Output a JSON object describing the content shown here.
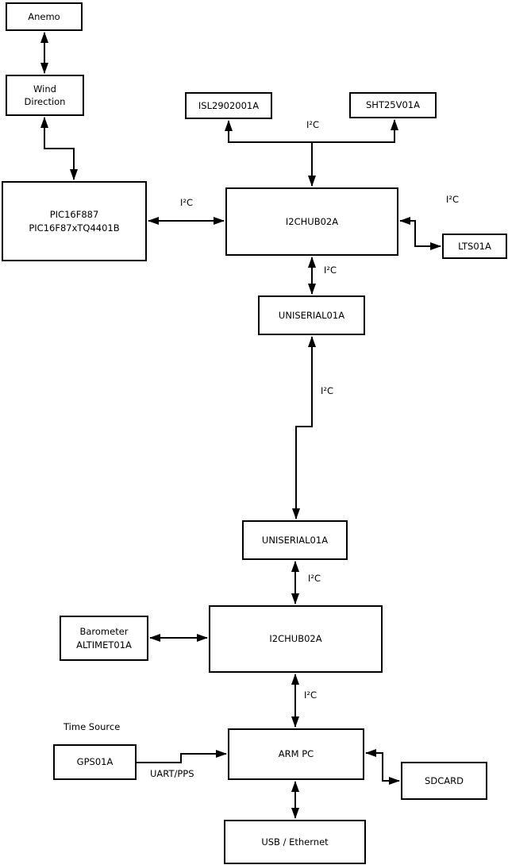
{
  "labels": {
    "i2c": "I²C",
    "time_source": "Time Source",
    "uart_pps": "UART/PPS"
  },
  "nodes": {
    "anemo": {
      "label": "Anemo"
    },
    "wind_direction": {
      "line1": "Wind",
      "line2": "Direction"
    },
    "pic": {
      "line1": "PIC16F887",
      "line2": "PIC16F87xTQ4401B"
    },
    "isl": {
      "label": "ISL2902001A"
    },
    "sht": {
      "label": "SHT25V01A"
    },
    "i2c_hub_top": {
      "label": "I2CHUB02A"
    },
    "lts": {
      "label": "LTS01A"
    },
    "uniserial_top": {
      "label": "UNISERIAL01A"
    },
    "uniserial_bottom": {
      "label": "UNISERIAL01A"
    },
    "barometer": {
      "line1": "Barometer",
      "line2": "ALTIMET01A"
    },
    "i2c_hub_bottom": {
      "label": "I2CHUB02A"
    },
    "gps": {
      "label": "GPS01A"
    },
    "arm_pc": {
      "label": "ARM PC"
    },
    "sdcard": {
      "label": "SDCARD"
    },
    "usb_ethernet": {
      "label": "USB / Ethernet"
    }
  },
  "colors": {
    "background": "#ffffff",
    "line": "#000000",
    "box_border": "#000000",
    "box_fill": "#ffffff",
    "text": "#000000"
  }
}
